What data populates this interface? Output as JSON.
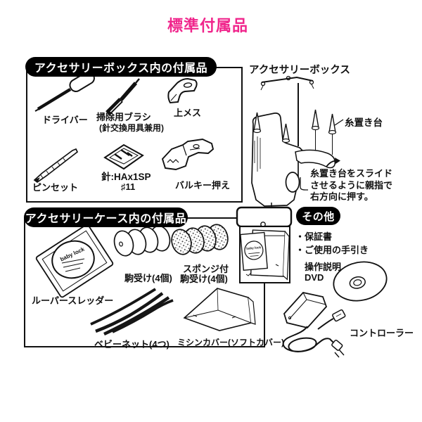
{
  "page": {
    "title": "標準付属品",
    "title_color": "#f0268c",
    "ink_color": "#111111"
  },
  "box1": {
    "header": "アクセサリーボックス内の付属品",
    "items": [
      {
        "label": "ドライバー"
      },
      {
        "label": "掃除用ブラシ",
        "sublabel": "(針交換用具兼用)"
      },
      {
        "label": "上メス"
      },
      {
        "label": "ピンセット"
      },
      {
        "label": "針:HAx1SP",
        "sublabel": "♯11"
      },
      {
        "label": "バルキー押え"
      }
    ]
  },
  "machine": {
    "label": "アクセサリーボックス",
    "thread_stand_label": "糸置き台",
    "note_line1": "糸置き台をスライド",
    "note_line2": "させるように親指で",
    "note_line3": "右方向に押す。"
  },
  "box2": {
    "header": "アクセサリーケース内の付属品",
    "brand": "baby lock",
    "items": [
      {
        "label": "ルーパースレッダー"
      },
      {
        "label": "駒受け(4個)"
      },
      {
        "label": "スポンジ付",
        "label2": "駒受け(4個)"
      },
      {
        "label": "ベビーネット(4つ)"
      },
      {
        "label": "ミシンカバー(ソフトカバー)"
      }
    ]
  },
  "others": {
    "header": "その他",
    "bullet1": "・保証書",
    "bullet2": "・ご使用の手引き",
    "dvd_line1": "操作説明",
    "dvd_line2": "DVD",
    "controller_label": "コントローラー"
  }
}
